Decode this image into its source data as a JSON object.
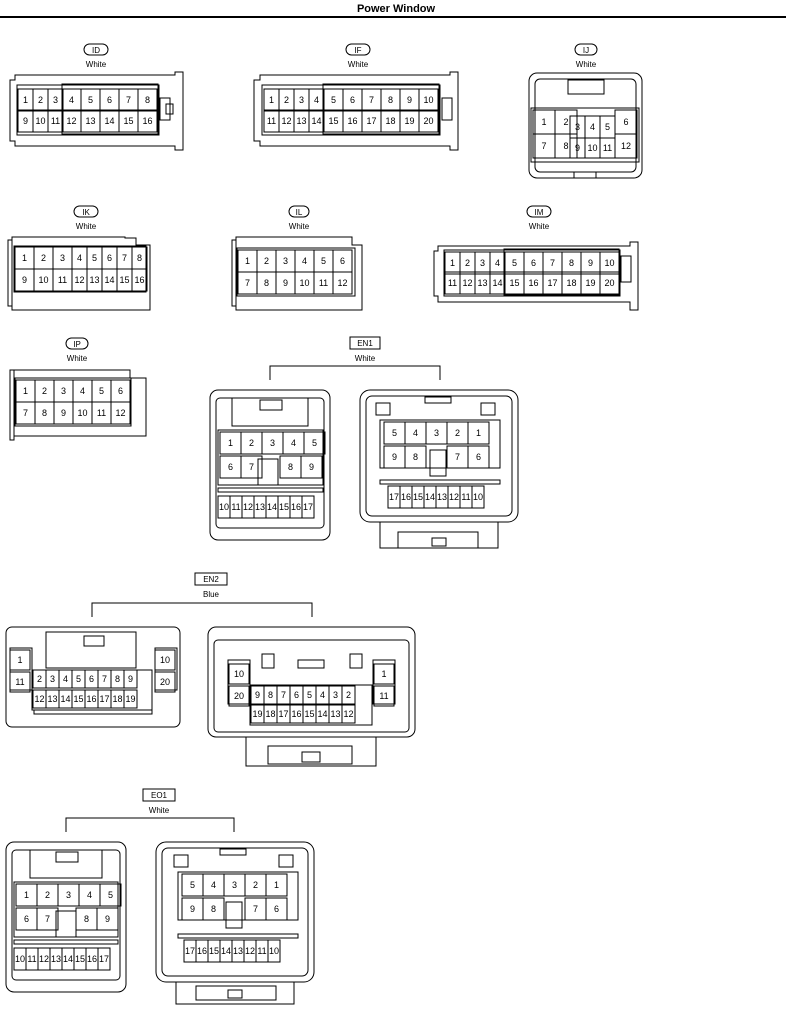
{
  "page_title": "Power Window",
  "connectors": [
    {
      "id": "ID",
      "color": "White"
    },
    {
      "id": "IF",
      "color": "White"
    },
    {
      "id": "IJ",
      "color": "White"
    },
    {
      "id": "IK",
      "color": "White"
    },
    {
      "id": "IL",
      "color": "White"
    },
    {
      "id": "IM",
      "color": "White"
    },
    {
      "id": "IP",
      "color": "White"
    },
    {
      "id": "EN1",
      "color": "White"
    },
    {
      "id": "EN2",
      "color": "Blue"
    },
    {
      "id": "EO1",
      "color": "White"
    }
  ]
}
